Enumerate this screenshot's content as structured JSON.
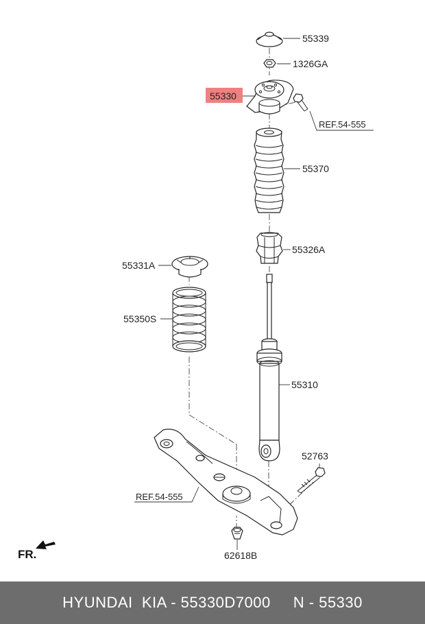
{
  "diagram": {
    "part_labels": {
      "p55339": "55339",
      "p1326ga": "1326GA",
      "p55330": "55330",
      "ref_top": "REF.54-555",
      "p55370": "55370",
      "p55326a": "55326A",
      "p55331a": "55331A",
      "p55350s": "55350S",
      "p55310": "55310",
      "p52763": "52763",
      "ref_bottom": "REF.54-555",
      "p62618b": "62618B"
    },
    "direction_label": "FR.",
    "highlight_color": "#f08080",
    "icons": [
      "front-direction-arrow-icon"
    ]
  },
  "footer": {
    "text": "HYUNDAI  KIA - 55330D7000     N - 55330",
    "background": "#6d6d6d"
  }
}
